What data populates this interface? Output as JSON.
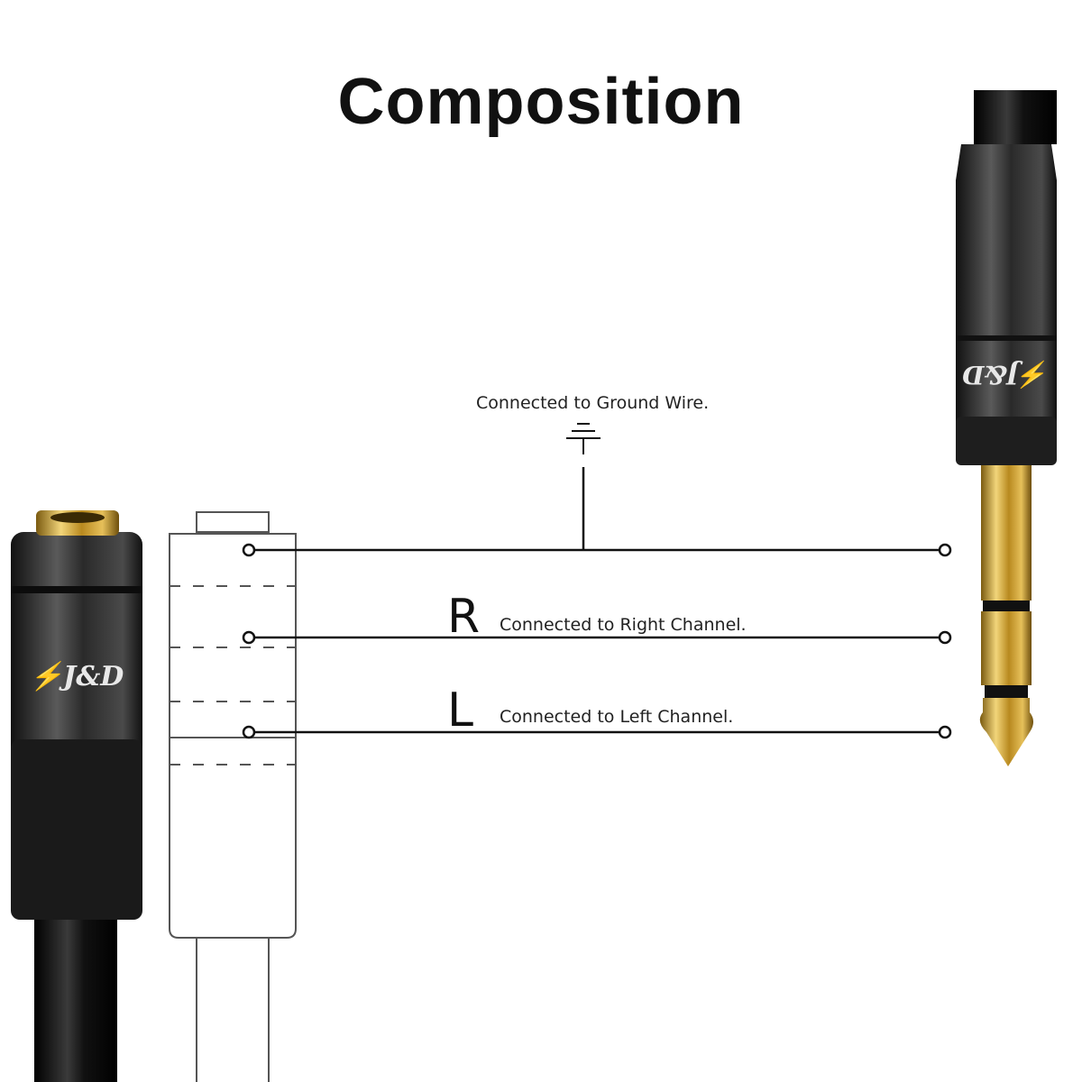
{
  "title": "Composition",
  "ground": {
    "text": "Connected to Ground Wire."
  },
  "right": {
    "letter": "R",
    "text": "Connected to Right Channel."
  },
  "left": {
    "letter": "L",
    "text": "Connected to Left Channel."
  },
  "brand": {
    "logo_text": "J&D"
  },
  "colors": {
    "line": "#111111",
    "plug_dark": "#2b2b2b",
    "gold": "#c9a12a",
    "outline": "#555555"
  }
}
